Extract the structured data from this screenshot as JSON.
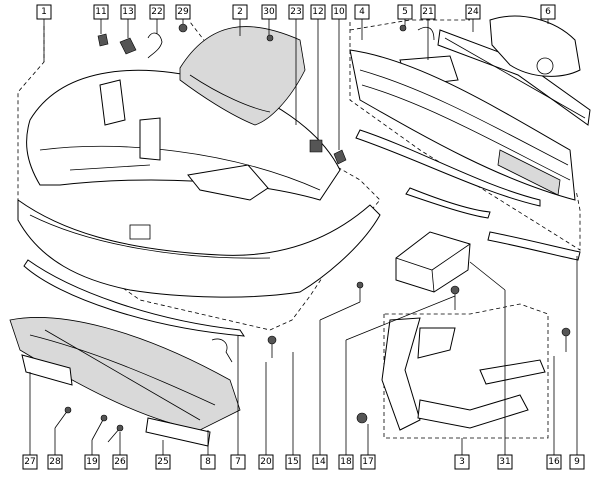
{
  "diagram": {
    "callouts": [
      {
        "id": "c1",
        "label": "1"
      },
      {
        "id": "c11",
        "label": "11"
      },
      {
        "id": "c13",
        "label": "13"
      },
      {
        "id": "c22",
        "label": "22"
      },
      {
        "id": "c29",
        "label": "29"
      },
      {
        "id": "c2",
        "label": "2"
      },
      {
        "id": "c30",
        "label": "30"
      },
      {
        "id": "c23",
        "label": "23"
      },
      {
        "id": "c12",
        "label": "12"
      },
      {
        "id": "c10",
        "label": "10"
      },
      {
        "id": "c4",
        "label": "4"
      },
      {
        "id": "c5",
        "label": "5"
      },
      {
        "id": "c21",
        "label": "21"
      },
      {
        "id": "c24",
        "label": "24"
      },
      {
        "id": "c6",
        "label": "6"
      },
      {
        "id": "c27",
        "label": "27"
      },
      {
        "id": "c28",
        "label": "28"
      },
      {
        "id": "c19",
        "label": "19"
      },
      {
        "id": "c26",
        "label": "26"
      },
      {
        "id": "c25",
        "label": "25"
      },
      {
        "id": "c8",
        "label": "8"
      },
      {
        "id": "c7",
        "label": "7"
      },
      {
        "id": "c20",
        "label": "20"
      },
      {
        "id": "c15",
        "label": "15"
      },
      {
        "id": "c14",
        "label": "14"
      },
      {
        "id": "c18",
        "label": "18"
      },
      {
        "id": "c17",
        "label": "17"
      },
      {
        "id": "c3",
        "label": "3"
      },
      {
        "id": "c31",
        "label": "31"
      },
      {
        "id": "c16",
        "label": "16"
      },
      {
        "id": "c9",
        "label": "9"
      }
    ]
  }
}
